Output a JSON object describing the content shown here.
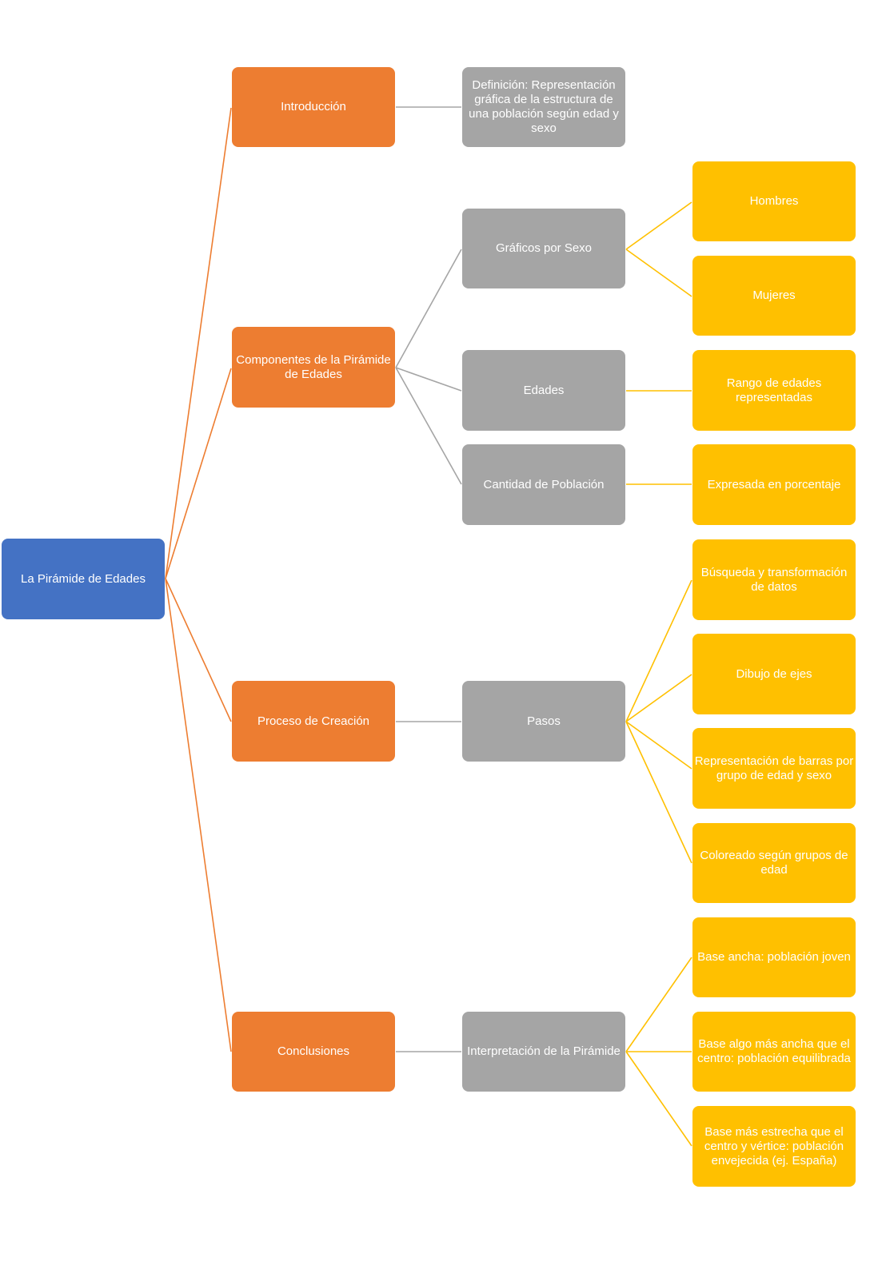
{
  "root": {
    "label": "La Pirámide de Edades"
  },
  "level1": {
    "intro": "Introducción",
    "components": "Componentes de la Pirámide de Edades",
    "process": "Proceso de Creación",
    "conclusions": "Conclusiones"
  },
  "level2": {
    "definition": "Definición: Representación gráfica de la estructura de una población según edad y sexo",
    "by_sex": "Gráficos por Sexo",
    "ages": "Edades",
    "population": "Cantidad de Población",
    "steps": "Pasos",
    "interpretation": "Interpretación de la Pirámide"
  },
  "level3": {
    "men": "Hombres",
    "women": "Mujeres",
    "age_range": "Rango de edades representadas",
    "percentage": "Expresada en porcentaje",
    "search": "Búsqueda y transformación de datos",
    "axes": "Dibujo de ejes",
    "bars": "Representación de barras por grupo de edad y sexo",
    "coloring": "Coloreado según grupos de edad",
    "wide_base": "Base ancha: población joven",
    "balanced": "Base algo más ancha que el centro: población equilibrada",
    "narrow_base": "Base más estrecha que el centro y vértice: población envejecida (ej. España)"
  },
  "colors": {
    "root": "#4472C4",
    "level1": "#ED7D31",
    "level2": "#A5A5A5",
    "level3": "#FFC000"
  }
}
